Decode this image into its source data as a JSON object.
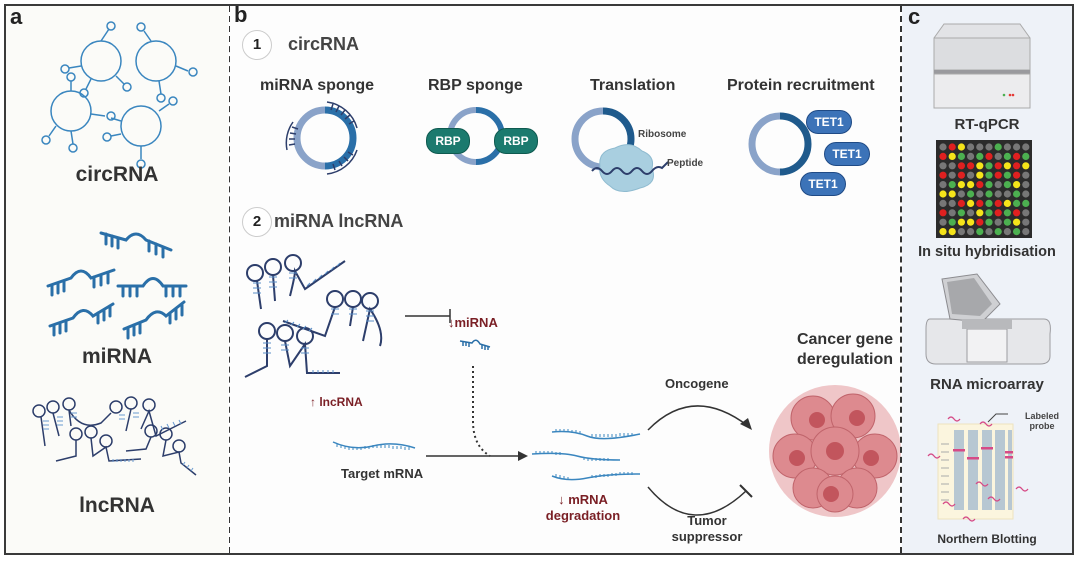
{
  "figure": {
    "panels": {
      "a": {
        "label": "a",
        "items": [
          {
            "name": "circRNA",
            "label": "circRNA"
          },
          {
            "name": "miRNA",
            "label": "miRNA"
          },
          {
            "name": "lncRNA",
            "label": "lncRNA"
          }
        ]
      },
      "b": {
        "label": "b",
        "section1": {
          "number": "1",
          "title": "circRNA",
          "mechanisms": [
            {
              "title": "miRNA sponge"
            },
            {
              "title": "RBP sponge",
              "protein_labels": [
                "RBP",
                "RBP"
              ]
            },
            {
              "title": "Translation",
              "annotations": [
                "Ribosome",
                "Peptide"
              ]
            },
            {
              "title": "Protein recruitment",
              "protein_labels": [
                "TET1",
                "TET1",
                "TET1"
              ]
            }
          ]
        },
        "section2": {
          "number": "2",
          "title": "miRNA lncRNA",
          "labels": {
            "lncRNA_up": "↑ lncRNA",
            "miRNA_down": "↓miRNA",
            "target_mRNA": "Target mRNA",
            "mRNA_degradation_line1": "↓ mRNA",
            "mRNA_degradation_line2": "degradation",
            "oncogene": "Oncogene",
            "tumor_suppressor_line1": "Tumor",
            "tumor_suppressor_line2": "suppressor",
            "cancer_line1": "Cancer gene",
            "cancer_line2": "deregulation"
          }
        }
      },
      "c": {
        "label": "c",
        "methods": [
          {
            "label": "RT-qPCR",
            "icon": "qpcr-machine-icon"
          },
          {
            "label": "In situ hybridisation",
            "icon": "microarray-grid-icon"
          },
          {
            "label": "RNA microarray",
            "icon": "microarray-scanner-icon"
          },
          {
            "label": "Northern Blotting",
            "icon": "northern-blot-icon",
            "annotation_line1": "Labeled",
            "annotation_line2": "probe"
          }
        ]
      }
    },
    "colors": {
      "rna_blue": "#2a6fa8",
      "rna_light": "#8aa3c9",
      "rna_dark": "#1f5a8c",
      "rbp_teal": "#1b7a6e",
      "tet1_blue": "#3c73b8",
      "ribosome": "#a9cfe0",
      "down_red": "#7a1f25",
      "cancer_pink": "#d8757b",
      "grid_red": "#e02020",
      "grid_yellow": "#f5e41a",
      "grid_green": "#4cb050",
      "grid_gray": "#777777"
    }
  }
}
